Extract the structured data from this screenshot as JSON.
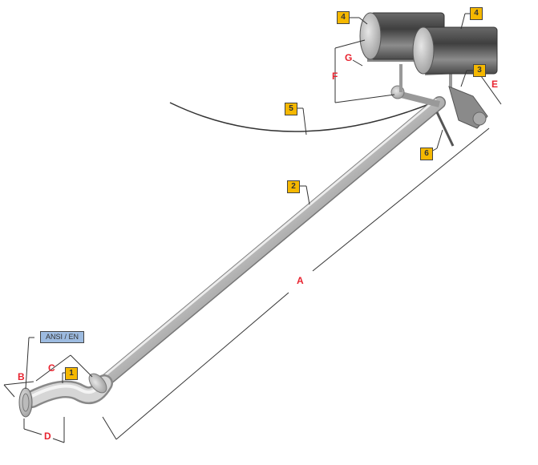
{
  "diagram": {
    "type": "technical-dimension-drawing",
    "subject": "Pipe assembly with tanks"
  },
  "callouts": [
    {
      "id": "1",
      "label": "1"
    },
    {
      "id": "2",
      "label": "2"
    },
    {
      "id": "3",
      "label": "3"
    },
    {
      "id": "4a",
      "label": "4"
    },
    {
      "id": "4b",
      "label": "4"
    },
    {
      "id": "5",
      "label": "5"
    },
    {
      "id": "6",
      "label": "6"
    }
  ],
  "dimensions": {
    "A": "A",
    "B": "B",
    "C": "C",
    "D": "D",
    "E": "E",
    "F": "F",
    "G": "G"
  },
  "standard_label": "ANSI / EN",
  "colors": {
    "callout_fill": "#f5b800",
    "dimension_text": "#e8232f",
    "standard_box": "#9dbbe0"
  }
}
